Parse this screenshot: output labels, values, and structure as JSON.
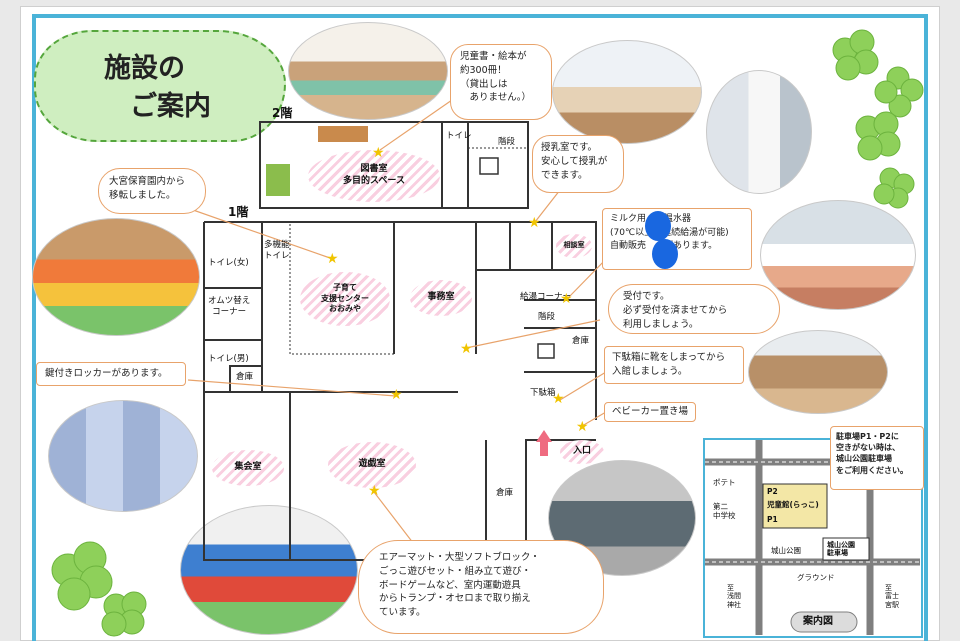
{
  "title": {
    "line1": "施設の",
    "line2": "ご案内"
  },
  "floors": {
    "second": "2階",
    "first": "1階"
  },
  "rooms": {
    "toilet_2f": "トイレ",
    "stairs": "階段",
    "library": "図書室\n多目的スペース",
    "multi_toilet": "多機能\nトイレ",
    "toilet_f": "トイレ(女)",
    "diaper": "オムツ替え\nコーナー",
    "toilet_m": "トイレ(男)",
    "storage": "倉庫",
    "support_center": "子育て\n支援センター\nおおみや",
    "office": "事務室",
    "consult": "相談室",
    "vending": "給湯コーナー",
    "stairs_1f": "階段",
    "warehouse": "倉庫",
    "shoe_box": "下駄箱",
    "hall": "集会室",
    "playroom": "遊戯室",
    "storage2": "倉庫",
    "entrance": "入口"
  },
  "bubbles": {
    "books": "児童書・絵本が\n約300冊！\n（貸出しは\n　ありません。）",
    "nursing": "授乳室です。\n安心して授乳が\nできます。",
    "moved": "大宮保育園内から\n移転しました。",
    "milk": "ミルク用　　温水器\n(70℃以上　連続給湯が可能)\n自動販売　　があります。",
    "reception": "受付です。\n必ず受付を済ませてから\n利用しましょう。",
    "shoes": "下駄箱に靴をしまってから\n入館しましょう。",
    "stroller": "ベビーカー置き場",
    "lockers": "鍵付きロッカーがあります。",
    "play": "エアーマット・大型ソフトブロック・\nごっこ遊びセット・組み立て遊び・\nボードゲームなど、室内運動遊具\nからトランプ・オセロまで取り揃え\nています。"
  },
  "map": {
    "parking_note": "駐車場P1・P2に\n空きがない時は、\n城山公園駐車場\nをご利用ください。",
    "p2": "P2",
    "center": "児童館(らっこ)",
    "p1": "P1",
    "post": "ポテト",
    "school": "第二\n中学校",
    "park": "城山公園",
    "park_lot": "城山公園\n駐車場",
    "ground": "グラウンド",
    "to_left": "至\n浅間\n神社",
    "to_right": "至\n富士\n宮駅",
    "caption": "案内図"
  },
  "colors": {
    "frame": "#4ab3d8",
    "bubble_border": "#e8a36b",
    "oval": "#f9cfe0",
    "cloud": "#cfeec0",
    "star": "#f0c400"
  }
}
